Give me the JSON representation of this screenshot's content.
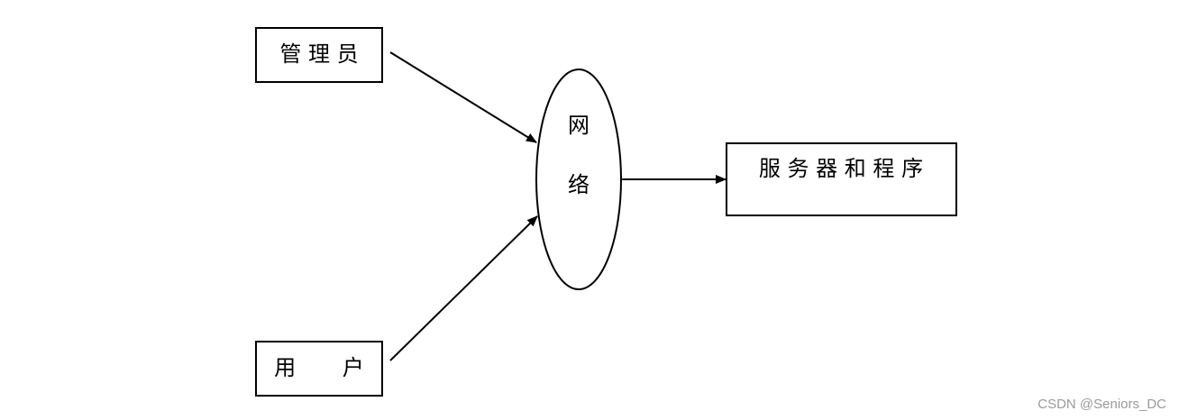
{
  "diagram": {
    "nodes": {
      "admin": {
        "label": "管 理 员"
      },
      "user": {
        "label": "用 户"
      },
      "network": {
        "label_line1": "网",
        "label_line2": "络"
      },
      "server": {
        "label": "服 务 器 和 程 序"
      }
    }
  },
  "watermark": "CSDN @Seniors_DC"
}
